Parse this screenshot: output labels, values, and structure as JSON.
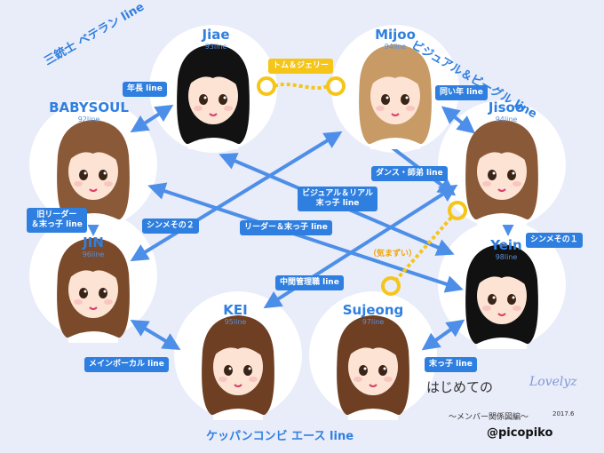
{
  "members": [
    {
      "id": "jiae",
      "name": "Jiae",
      "line": "93line",
      "hair": "#121212"
    },
    {
      "id": "mijoo",
      "name": "Mijoo",
      "line": "94line",
      "hair": "#c79a66"
    },
    {
      "id": "babysoul",
      "name": "BABYSOUL",
      "line": "92line",
      "hair": "#8a5a38"
    },
    {
      "id": "jisoo",
      "name": "Jisoo",
      "line": "94line",
      "hair": "#8a5a38"
    },
    {
      "id": "jin",
      "name": "JIN",
      "line": "96line",
      "hair": "#7a4a2a"
    },
    {
      "id": "yein",
      "name": "Yein",
      "line": "98line",
      "hair": "#111111"
    },
    {
      "id": "kei",
      "name": "KEI",
      "line": "95line",
      "hair": "#6e3f22"
    },
    {
      "id": "sujeong",
      "name": "Sujeong",
      "line": "97line",
      "hair": "#6e3f22"
    }
  ],
  "relations": {
    "tom_jerry": "トム＆ジェリー",
    "nencho": "年長 line",
    "onaidoshi": "同い年 line",
    "leader_old": "旧リーダー\n＆末っ子 line",
    "simesono2": "シンメその２",
    "visual_real": "ビジュアル＆リアル\n末っ子 line",
    "dance_shitei": "ダンス・師弟 line",
    "leader_maknae": "リーダー＆末っ子 line",
    "kimazui": "（気まずい）",
    "chukan": "中間管理職 line",
    "simesono1": "シンメその１",
    "main_vocal": "メインボーカル line",
    "maknae": "末っ子 line"
  },
  "groups": {
    "sanjushi": "三銃士 ベテラン line",
    "visual_beagle": "ビジュアル＆ビーグル line",
    "keppan": "ケッパンコンビ エース line"
  },
  "footer": {
    "title": "はじめての",
    "logo": "Lovelyz",
    "subtitle": "〜メンバー関係図編〜",
    "date": "2017.6",
    "brand": "@picopiko"
  },
  "colors": {
    "accent": "#2f7fe0",
    "bg": "#e9ecf9",
    "cuff": "#f5c518"
  }
}
